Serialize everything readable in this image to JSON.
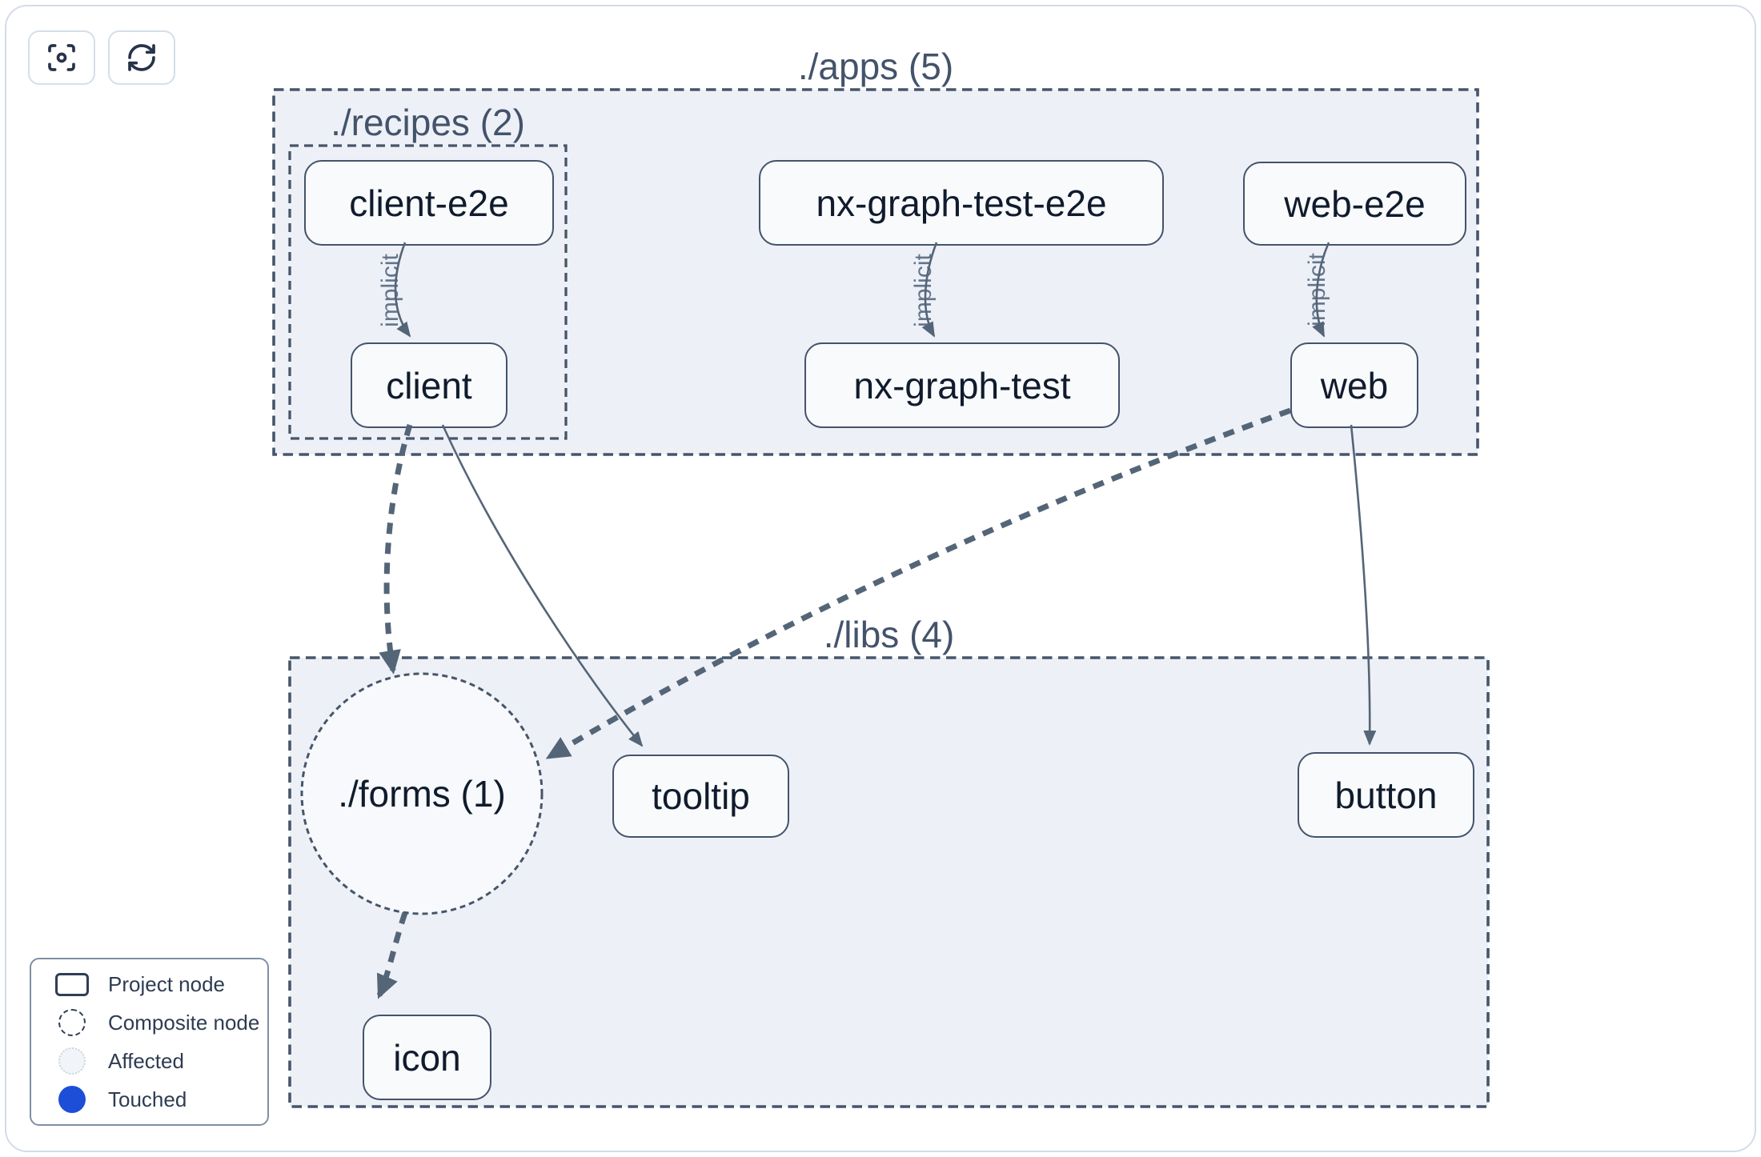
{
  "toolbar": {
    "buttons": [
      {
        "name": "focus"
      },
      {
        "name": "refresh"
      }
    ]
  },
  "groups": {
    "apps": "./apps (5)",
    "recipes": "./recipes (2)",
    "libs": "./libs (4)",
    "forms": "./forms (1)"
  },
  "nodes": {
    "client_e2e": "client-e2e",
    "client": "client",
    "nx_graph_test_e2e": "nx-graph-test-e2e",
    "nx_graph_test": "nx-graph-test",
    "web_e2e": "web-e2e",
    "web": "web",
    "tooltip": "tooltip",
    "button": "button",
    "icon": "icon"
  },
  "edge_label": "implicit",
  "legend": {
    "items": [
      {
        "label": "Project node"
      },
      {
        "label": "Composite node"
      },
      {
        "label": "Affected"
      },
      {
        "label": "Touched"
      }
    ]
  },
  "colors": {
    "container_fill": "#edf1f7",
    "node_fill": "#f8fafc",
    "dashed_border": "#475569",
    "edge": "#556578",
    "touched_blue": "#1d4ed8",
    "affected_fill": "#f1f5f9"
  }
}
